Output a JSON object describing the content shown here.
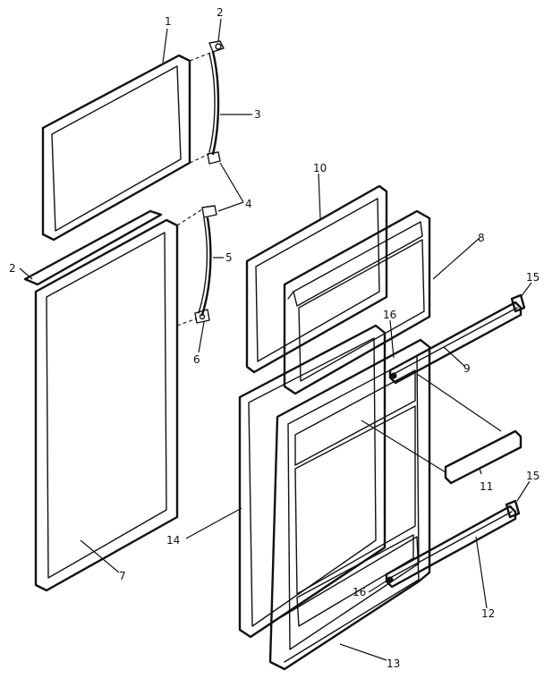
{
  "callouts": {
    "c1": "1",
    "c2_top": "2",
    "c2_left": "2",
    "c3": "3",
    "c4": "4",
    "c5": "5",
    "c6": "6",
    "c7": "7",
    "c8": "8",
    "c9": "9",
    "c10": "10",
    "c11": "11",
    "c12": "12",
    "c13": "13",
    "c14": "14",
    "c15_top": "15",
    "c15_bottom": "15",
    "c16_top": "16",
    "c16_bottom": "16"
  }
}
